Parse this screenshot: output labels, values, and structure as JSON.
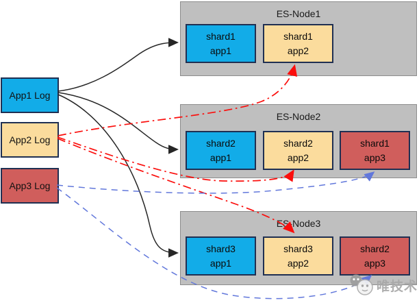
{
  "sources": [
    {
      "label": "App1 Log",
      "color": "#12ace8"
    },
    {
      "label": "App2 Log",
      "color": "#fbdc9d"
    },
    {
      "label": "App3 Log",
      "color": "#d05e5c"
    }
  ],
  "nodes": [
    {
      "title": "ES-Node1",
      "shards": [
        {
          "line1": "shard1",
          "line2": "app1",
          "color": "#12ace8"
        },
        {
          "line1": "shard1",
          "line2": "app2",
          "color": "#fbdc9d"
        }
      ]
    },
    {
      "title": "ES-Node2",
      "shards": [
        {
          "line1": "shard2",
          "line2": "app1",
          "color": "#12ace8"
        },
        {
          "line1": "shard2",
          "line2": "app2",
          "color": "#fbdc9d"
        },
        {
          "line1": "shard1",
          "line2": "app3",
          "color": "#d05e5c"
        }
      ]
    },
    {
      "title": "ES-Node3",
      "shards": [
        {
          "line1": "shard3",
          "line2": "app1",
          "color": "#12ace8"
        },
        {
          "line1": "shard3",
          "line2": "app2",
          "color": "#fbdc9d"
        },
        {
          "line1": "shard2",
          "line2": "app3",
          "color": "#d05e5c"
        }
      ]
    }
  ],
  "edges": [
    {
      "from": "App1 Log",
      "to": "ES-Node1 / shard1 app1",
      "style": "solid",
      "color": "#262626"
    },
    {
      "from": "App1 Log",
      "to": "ES-Node2 / shard2 app1",
      "style": "solid",
      "color": "#262626"
    },
    {
      "from": "App1 Log",
      "to": "ES-Node3 / shard3 app1",
      "style": "solid",
      "color": "#262626"
    },
    {
      "from": "App2 Log",
      "to": "ES-Node1 / shard1 app2",
      "style": "dash-dot",
      "color": "#fb0e0c"
    },
    {
      "from": "App2 Log",
      "to": "ES-Node2 / shard2 app2",
      "style": "dash-dot",
      "color": "#fb0e0c"
    },
    {
      "from": "App2 Log",
      "to": "ES-Node3 / shard3 app2",
      "style": "dash-dot",
      "color": "#fb0e0c"
    },
    {
      "from": "App3 Log",
      "to": "ES-Node2 / shard1 app3",
      "style": "dashed",
      "color": "#6177db"
    },
    {
      "from": "App3 Log",
      "to": "ES-Node3 / shard2 app3",
      "style": "dashed",
      "color": "#6177db"
    }
  ],
  "watermark": {
    "text": "唯技术"
  },
  "colors": {
    "node_bg": "#bfbfbf",
    "box_border": "#1f2f52",
    "arrow_black": "#262626",
    "arrow_red": "#fb0e0c",
    "arrow_blue": "#6177db",
    "watermark_gray": "#a8a8a8"
  }
}
